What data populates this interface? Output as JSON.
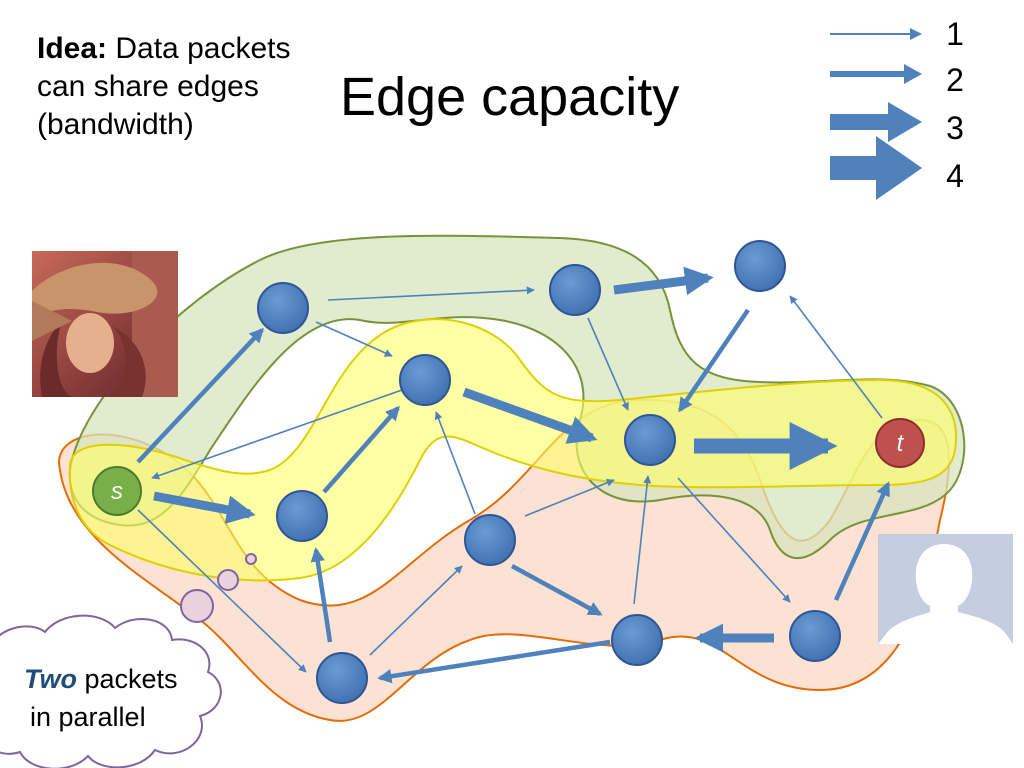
{
  "idea": {
    "bold": "Idea:",
    "line1_rest": " Data packets",
    "line2": "can share edges",
    "line3": "(bandwidth)"
  },
  "title": "Edge capacity",
  "legend": {
    "items": [
      {
        "label": "1",
        "capacity": 1
      },
      {
        "label": "2",
        "capacity": 2
      },
      {
        "label": "3",
        "capacity": 3
      },
      {
        "label": "4",
        "capacity": 4
      }
    ]
  },
  "graph": {
    "source_label": "s",
    "sink_label": "t",
    "colors": {
      "node_fill": "#4f81bd",
      "node_stroke": "#2f5597",
      "edge": "#4f81bd",
      "source_fill": "#77b049",
      "sink_fill": "#c0504d",
      "green_path": "#9bbb59",
      "yellow_path": "#ffff00",
      "orange_path": "#f79646"
    }
  },
  "thought": {
    "bold": "Two",
    "line1_rest": " packets",
    "line2": "in parallel"
  },
  "images": {
    "photo": "portrait-photo",
    "avatar": "user-silhouette-icon"
  }
}
